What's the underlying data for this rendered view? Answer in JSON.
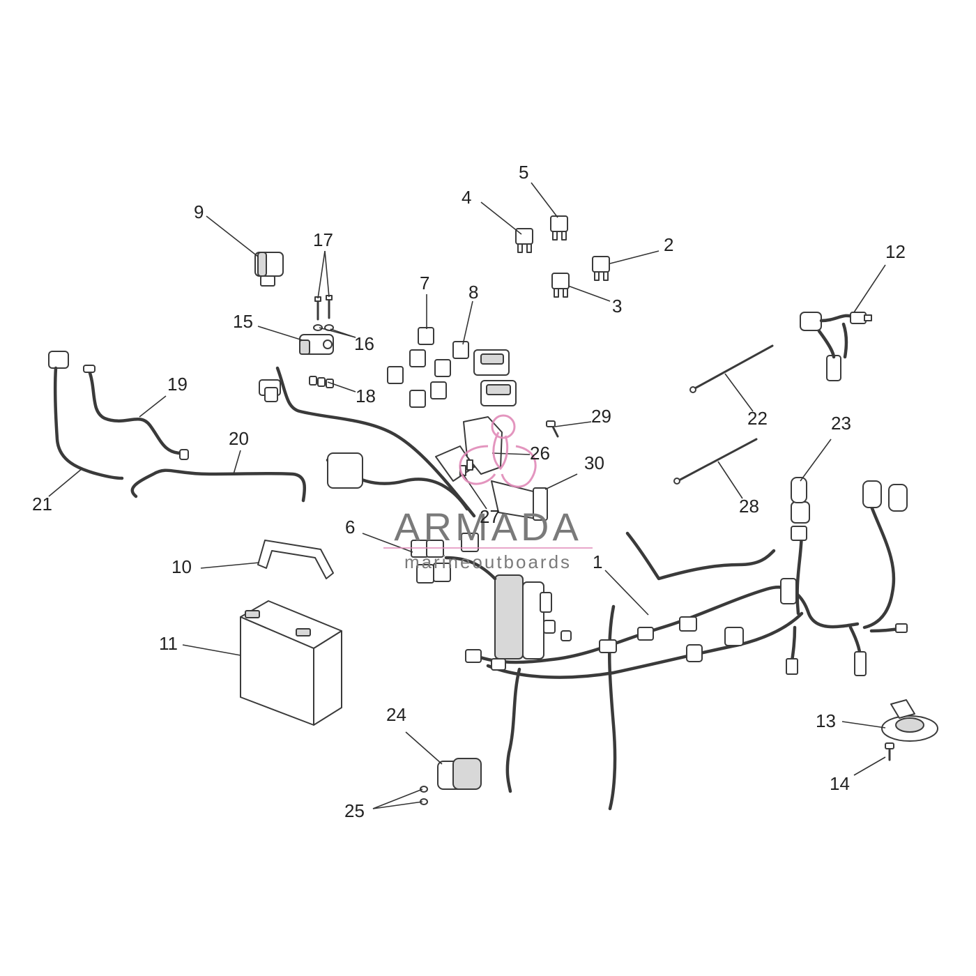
{
  "callouts": [
    {
      "label": "1"
    },
    {
      "label": "2"
    },
    {
      "label": "3"
    },
    {
      "label": "4"
    },
    {
      "label": "5"
    },
    {
      "label": "6"
    },
    {
      "label": "7"
    },
    {
      "label": "8"
    },
    {
      "label": "9"
    },
    {
      "label": "10"
    },
    {
      "label": "11"
    },
    {
      "label": "12"
    },
    {
      "label": "13"
    },
    {
      "label": "14"
    },
    {
      "label": "15"
    },
    {
      "label": "16"
    },
    {
      "label": "17"
    },
    {
      "label": "18"
    },
    {
      "label": "19"
    },
    {
      "label": "20"
    },
    {
      "label": "21"
    },
    {
      "label": "22"
    },
    {
      "label": "23"
    },
    {
      "label": "24"
    },
    {
      "label": "25"
    },
    {
      "label": "26"
    },
    {
      "label": "27"
    },
    {
      "label": "28"
    },
    {
      "label": "29"
    },
    {
      "label": "30"
    }
  ],
  "watermark": {
    "brand": "ARMADA",
    "tagline": "marineoutboards",
    "accent_color": "#e08ab8",
    "text_color": "#7a7a7a"
  },
  "colors": {
    "line": "#3a3a3a",
    "background": "#ffffff"
  }
}
